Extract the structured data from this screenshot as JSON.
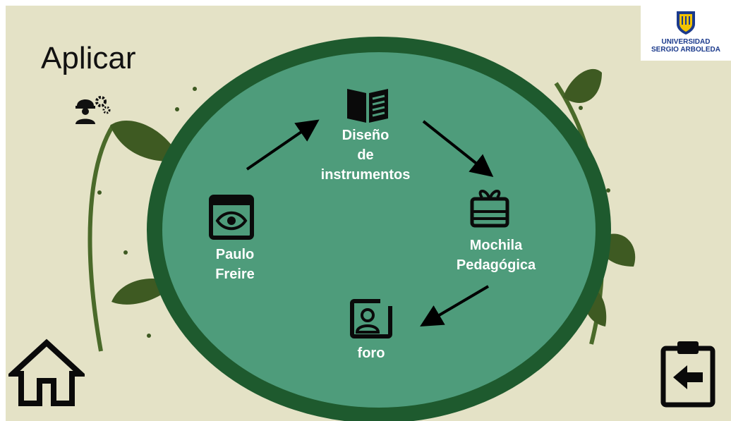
{
  "header": {
    "title": "Aplicar"
  },
  "logo": {
    "line1": "UNIVERSIDAD",
    "line2": "SERGIO ARBOLEDA"
  },
  "nodes": {
    "paulo": {
      "line1": "Paulo",
      "line2": "Freire"
    },
    "diseno": {
      "line1": "Diseño",
      "line2": "de",
      "line3": "instrumentos"
    },
    "mochila": {
      "line1": "Mochila",
      "line2": "Pedagógica"
    },
    "foro": {
      "line1": "foro"
    }
  },
  "colors": {
    "background": "#e4e2c6",
    "circle_fill": "#4e9c7b",
    "circle_ring": "#1e5a2e",
    "leaf": "#3e5a22",
    "logo_blue": "#1b3a8c",
    "logo_gold": "#f2c200"
  },
  "icons": {
    "title_icon": "worker-gears-icon",
    "paulo": "eye-icon",
    "diseno": "book-icon",
    "mochila": "gift-icon",
    "foro": "user-portrait-icon",
    "home": "home-icon",
    "back": "clipboard-back-icon"
  }
}
